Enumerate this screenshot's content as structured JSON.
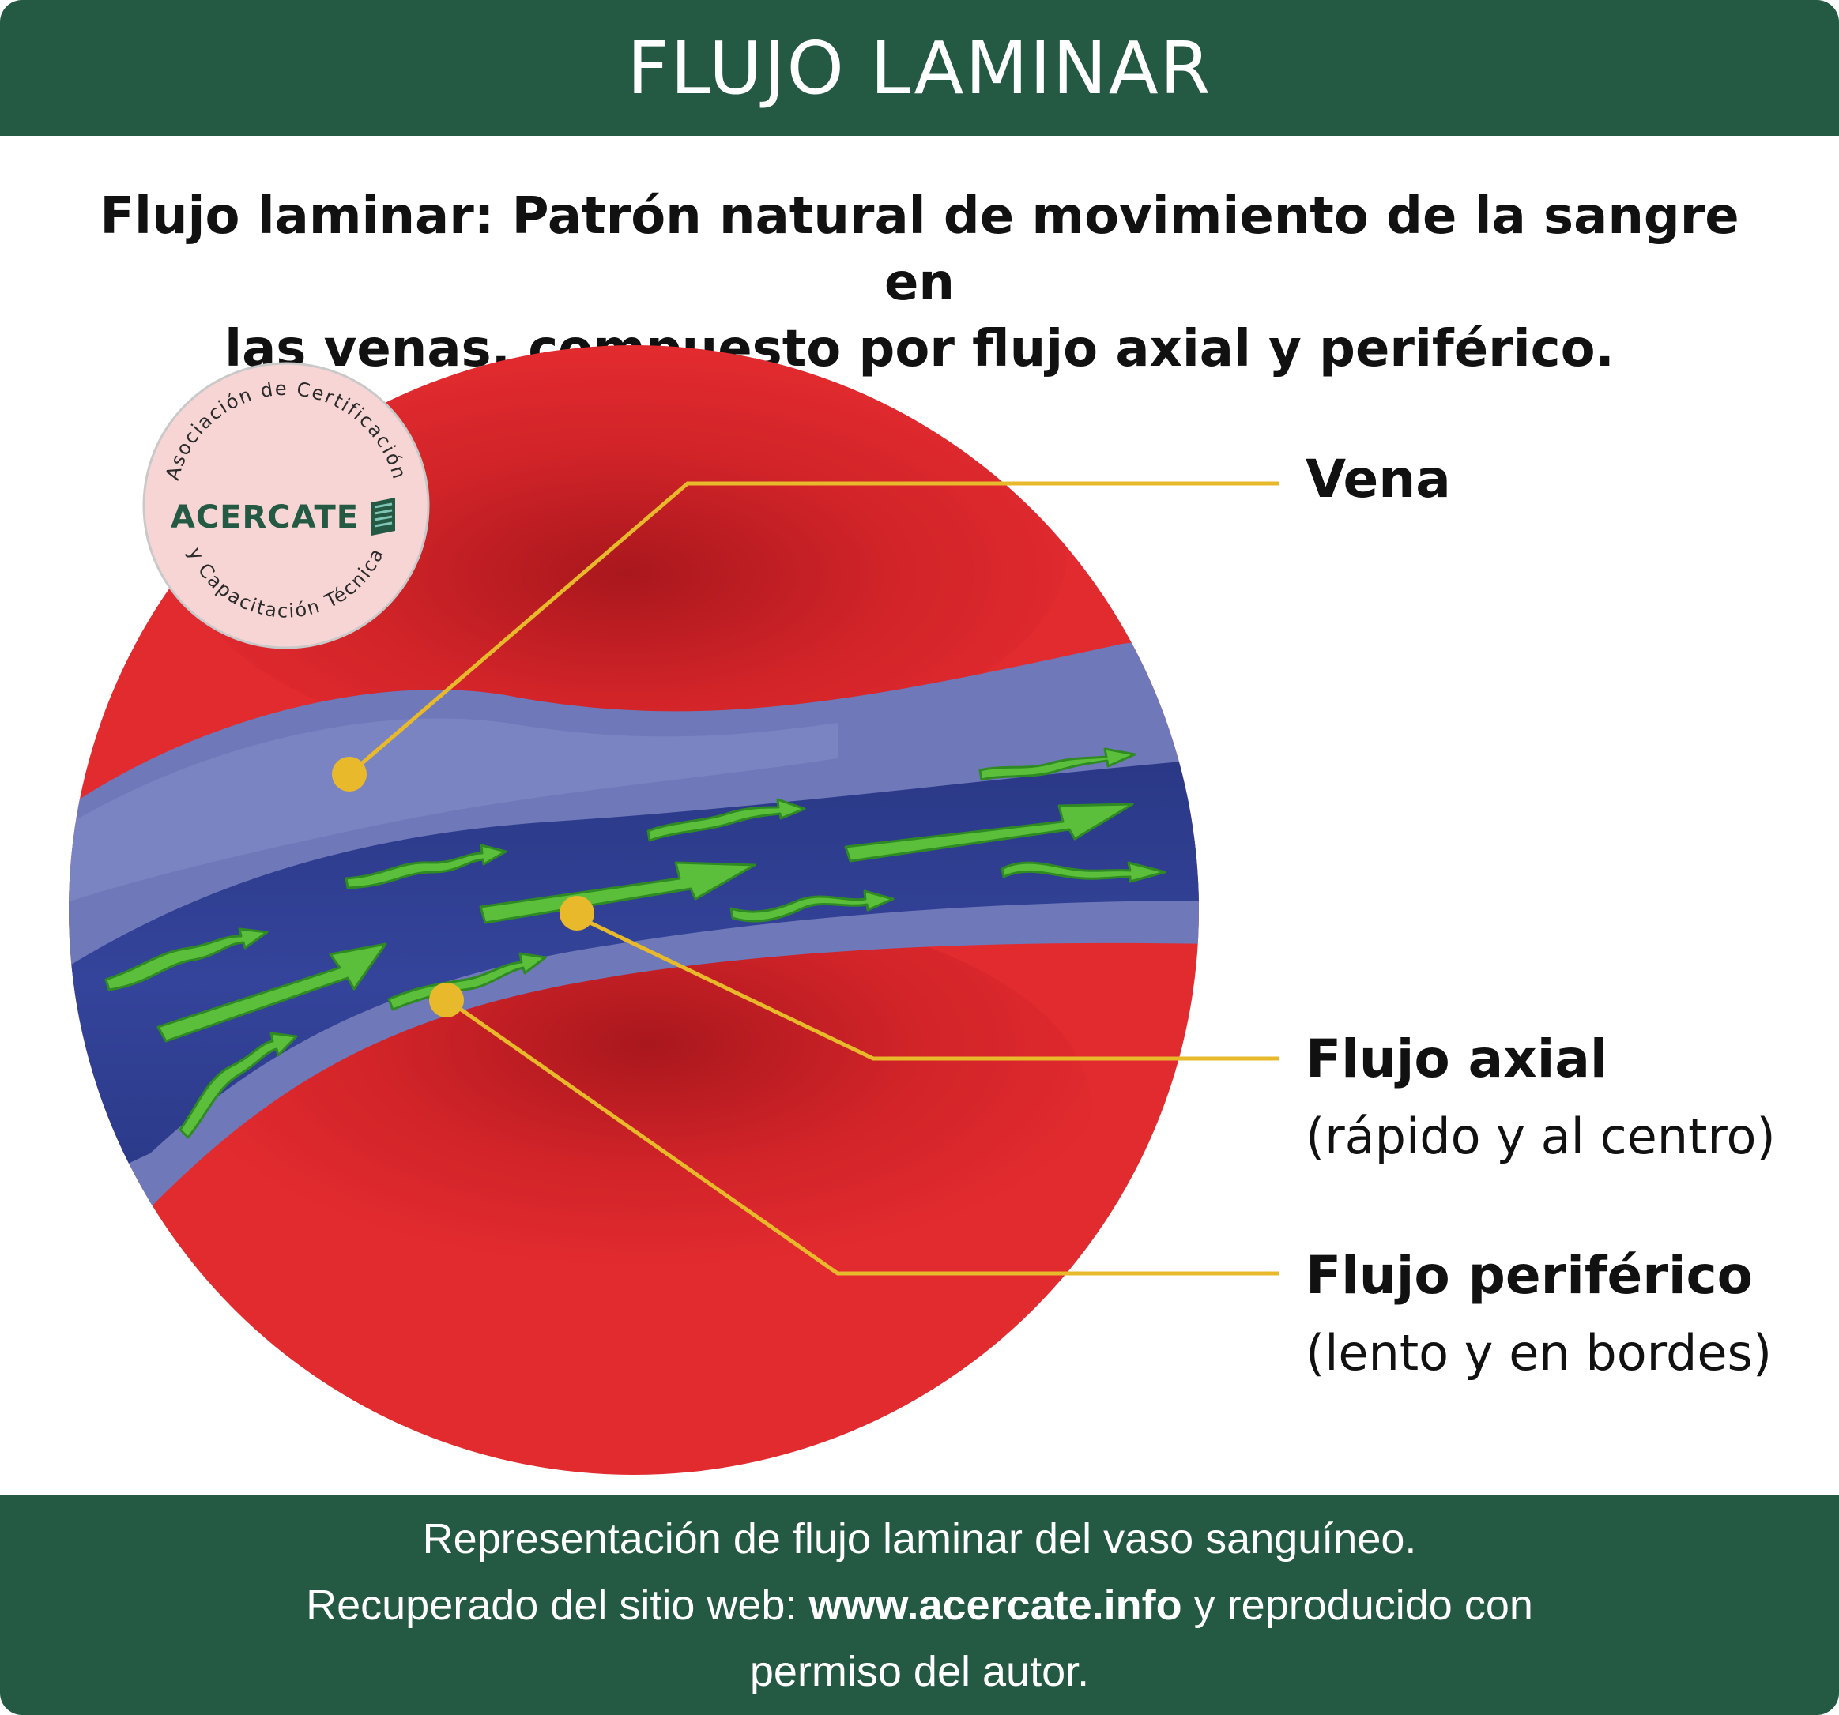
{
  "header": {
    "title": "FLUJO LAMINAR"
  },
  "subtitle": {
    "line1": "Flujo laminar: Patrón natural de movimiento de la sangre en",
    "line2": "las venas, compuesto por flujo axial y periférico."
  },
  "seal": {
    "top_text": "Asociación de Certificación",
    "bottom_text": "y Capacitación Técnica",
    "brand": "ACERCATE"
  },
  "labels": {
    "vena": "Vena",
    "axial": {
      "title": "Flujo axial",
      "note": "(rápido y al centro)"
    },
    "periferico": {
      "title": "Flujo periférico",
      "note": "(lento y en bordes)"
    }
  },
  "footer": {
    "line1": "Representación de flujo laminar del vaso sanguíneo.",
    "line2_pre": "Recuperado del sitio web: ",
    "line2_link": "www.acercate.info",
    "line2_post": " y reproducido con",
    "line3": "permiso del autor."
  },
  "colors": {
    "header_bg": "#245a43",
    "tissue_red": "#e22b2f",
    "vein_wall": "#6f78b8",
    "lumen": "#2f3f8f",
    "arrow_green": "#5cbf3b",
    "leader_yellow": "#e8b92a"
  }
}
